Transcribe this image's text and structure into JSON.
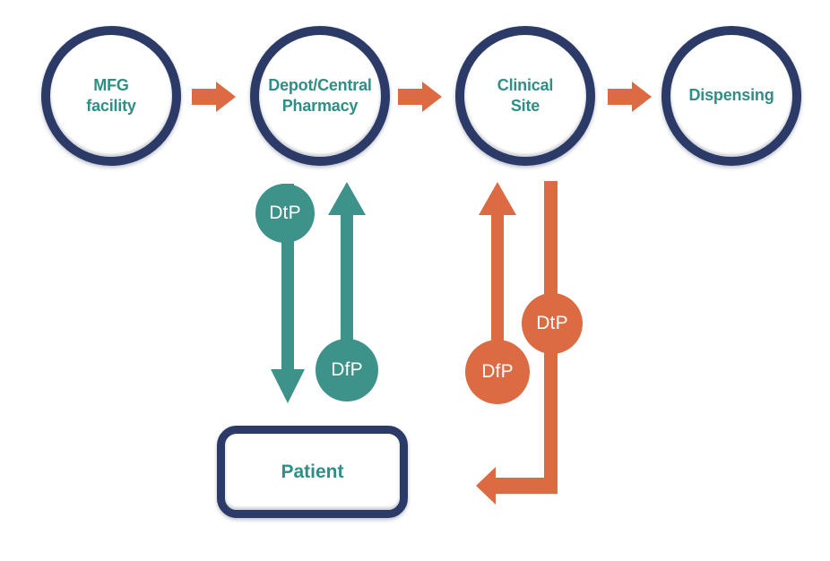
{
  "diagram": {
    "nodes": [
      {
        "id": "mfg-facility",
        "label": "MFG\nfacility"
      },
      {
        "id": "depot-central-pharmacy",
        "label": "Depot/Central\nPharmacy"
      },
      {
        "id": "clinical-site",
        "label": "Clinical\nSite"
      },
      {
        "id": "dispensing",
        "label": "Dispensing"
      }
    ],
    "patient": {
      "label": "Patient"
    },
    "badges": {
      "teal_dtp": {
        "label": "DtP",
        "color": "#3d9289"
      },
      "teal_dfp": {
        "label": "DfP",
        "color": "#3d9289"
      },
      "orange_dfp": {
        "label": "DfP",
        "color": "#dc6a42"
      },
      "orange_dtp": {
        "label": "DtP",
        "color": "#dc6a42"
      }
    },
    "palette": {
      "ring_navy": "#2b3a66",
      "teal": "#3d9289",
      "teal_text": "#2f8e86",
      "orange": "#dc6a42",
      "badge_text": "#ffffff",
      "background": "#ffffff"
    }
  }
}
